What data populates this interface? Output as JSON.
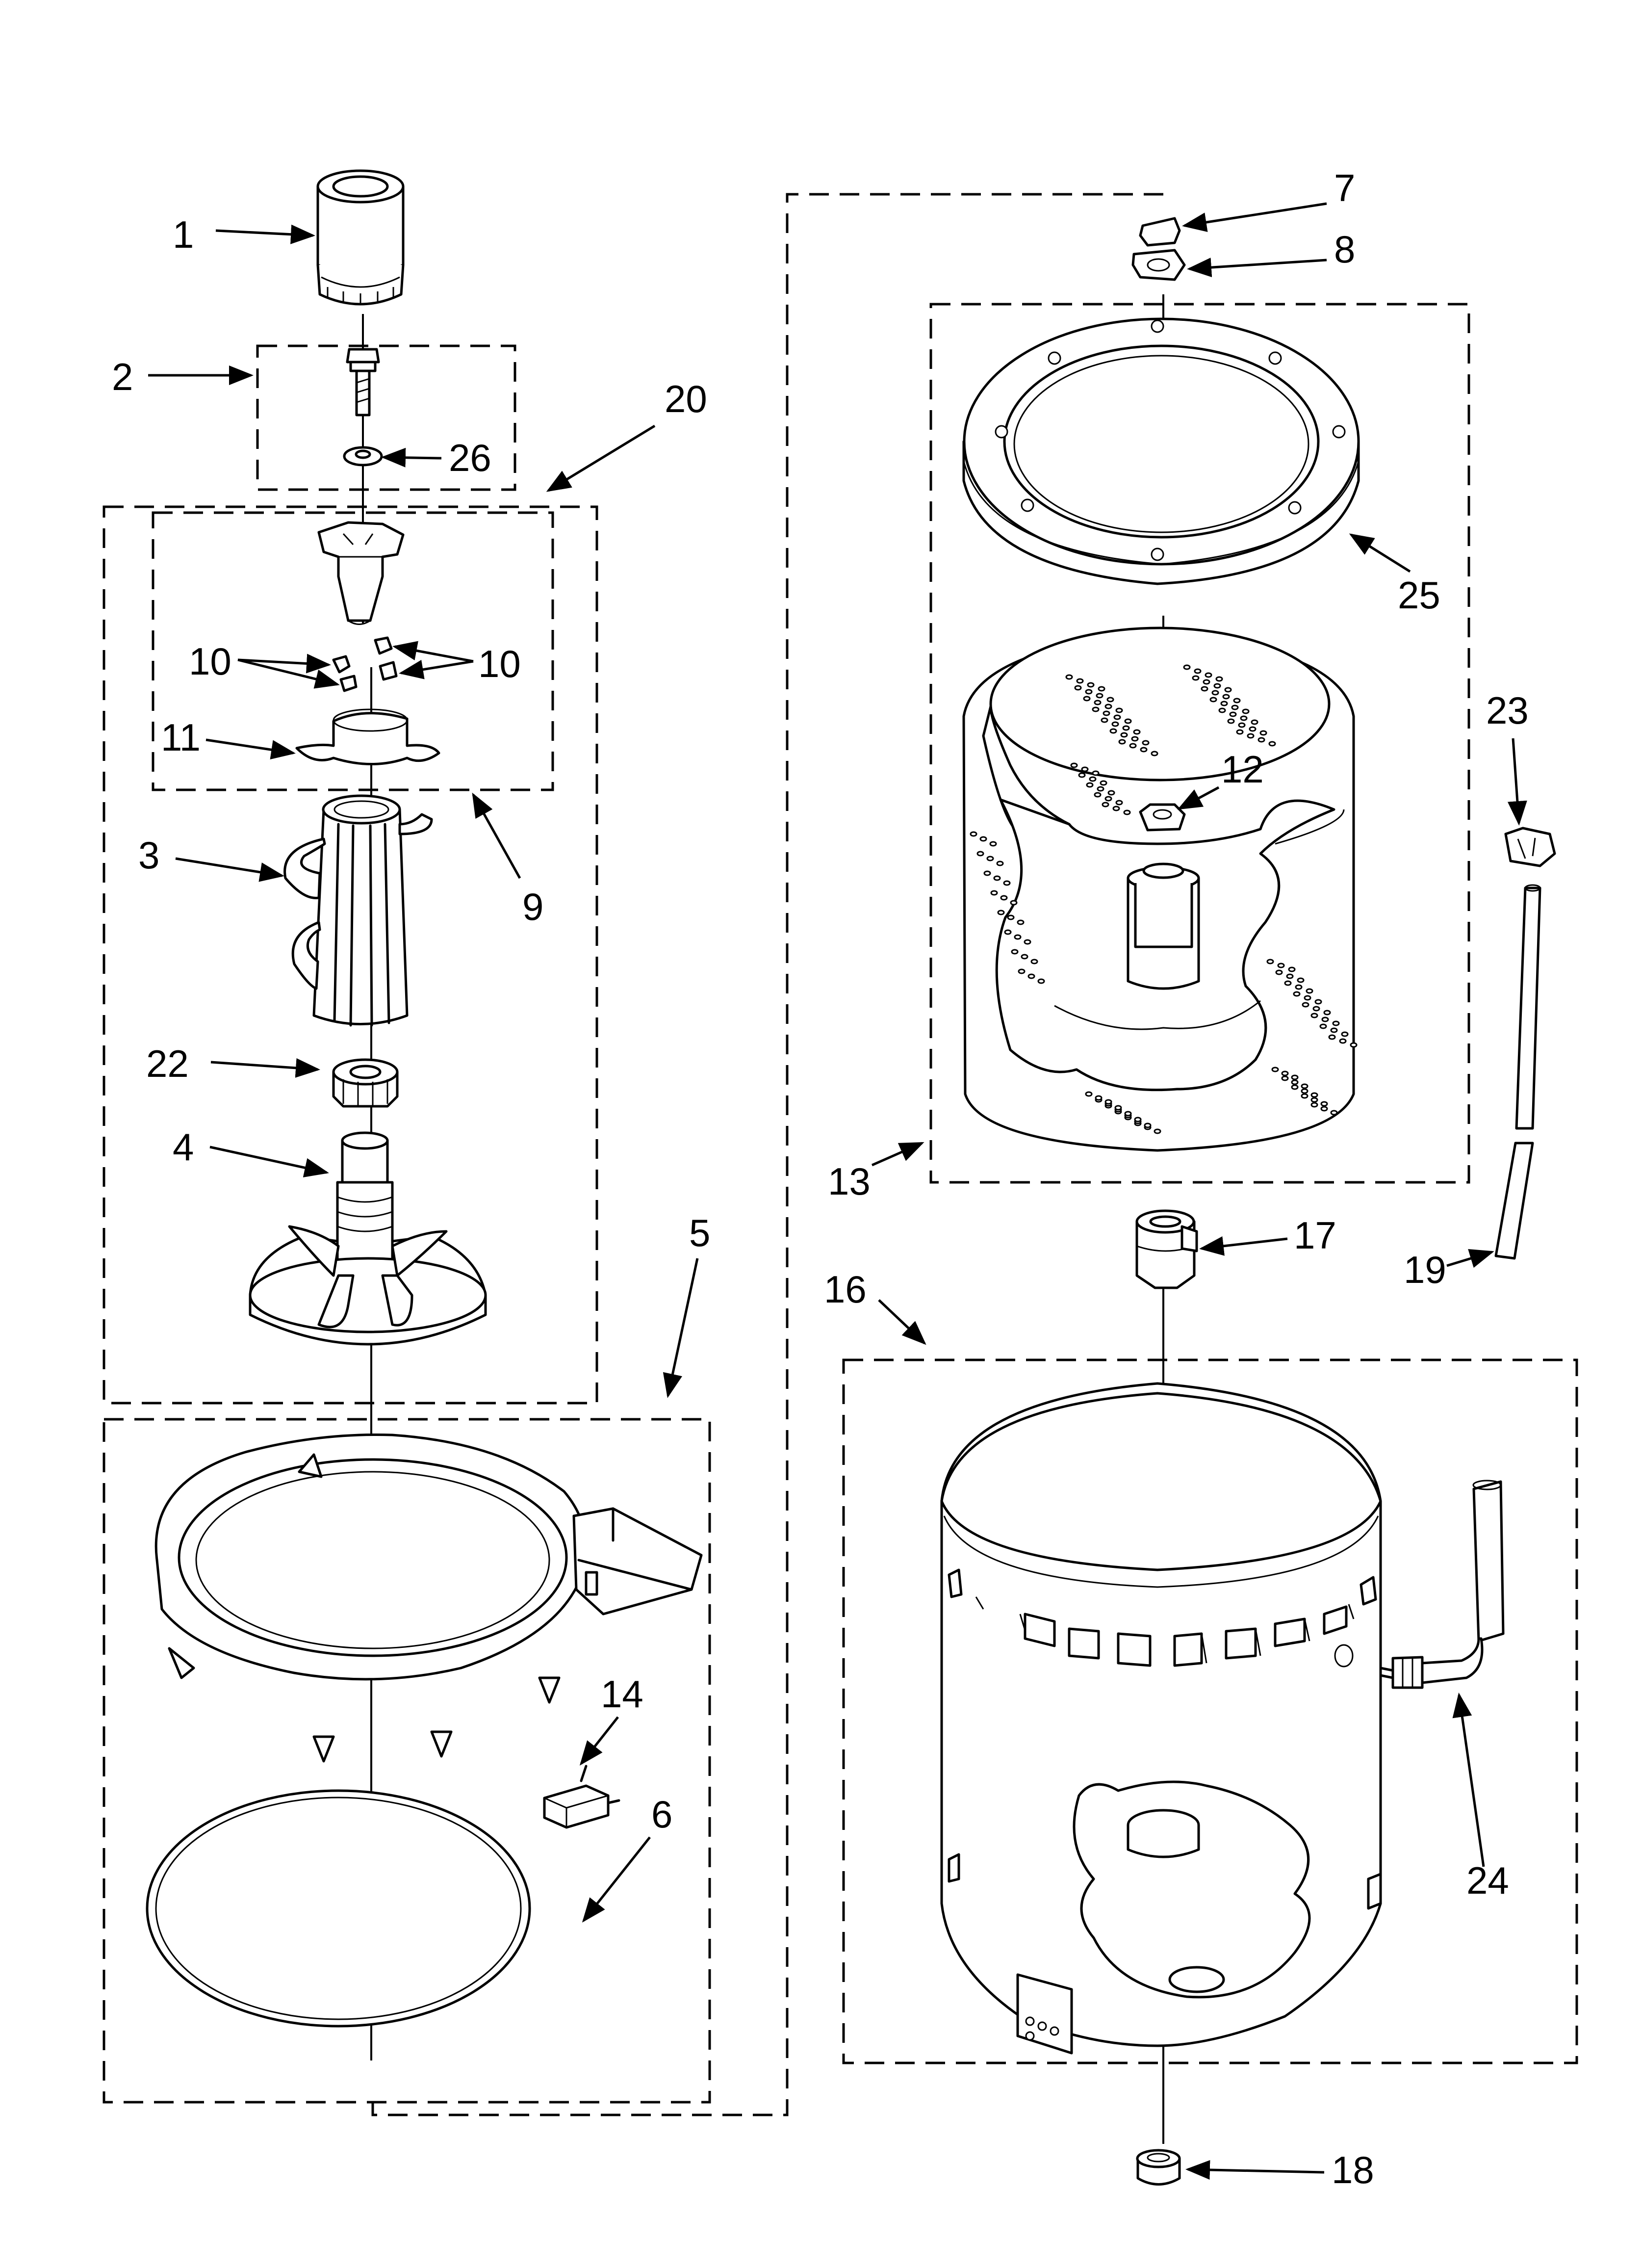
{
  "diagram": {
    "callouts": [
      "1",
      "2",
      "26",
      "20",
      "10",
      "10",
      "11",
      "9",
      "3",
      "22",
      "4",
      "5",
      "14",
      "6",
      "7",
      "8",
      "25",
      "23",
      "12",
      "13",
      "17",
      "19",
      "16",
      "24",
      "18"
    ]
  }
}
